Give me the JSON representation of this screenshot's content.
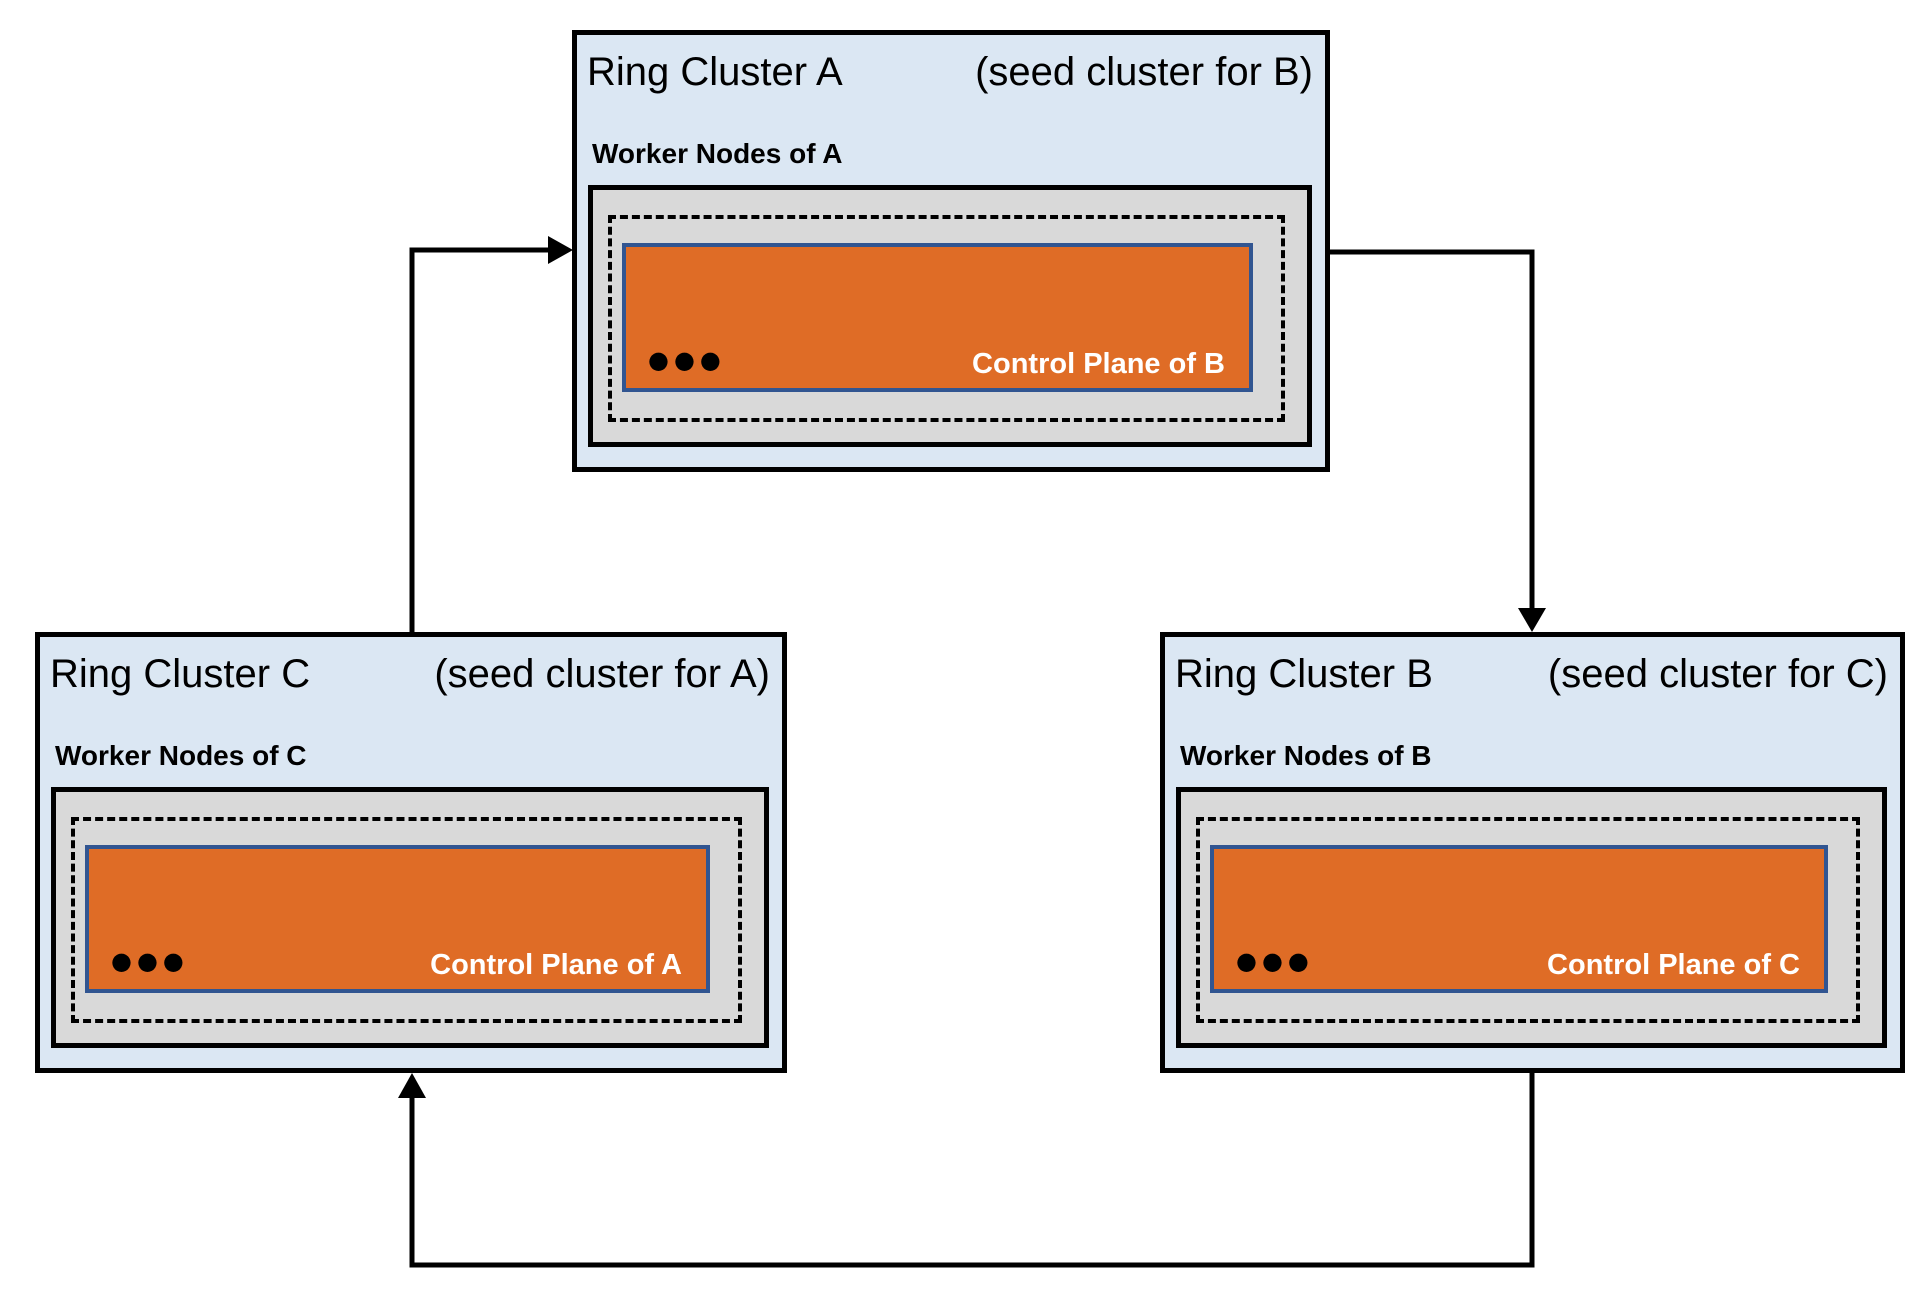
{
  "clusters": [
    {
      "title": "Ring Cluster A",
      "subtitle": "(seed cluster for B)",
      "worker_label": "Worker Nodes of A",
      "control_plane_label": "Control Plane of B",
      "ellipsis": "●●●"
    },
    {
      "title": "Ring Cluster C",
      "subtitle": "(seed cluster for A)",
      "worker_label": "Worker Nodes of C",
      "control_plane_label": "Control Plane of A",
      "ellipsis": "●●●"
    },
    {
      "title": "Ring Cluster B",
      "subtitle": "(seed cluster for C)",
      "worker_label": "Worker Nodes of B",
      "control_plane_label": "Control Plane of C",
      "ellipsis": "●●●"
    }
  ],
  "colors": {
    "cluster_bg": "#dbe7f3",
    "worker_nodes_bg": "#d9d9d9",
    "control_plane_bg": "#df6c26",
    "control_plane_border": "#315591",
    "control_plane_text": "#ffffff",
    "line": "#000000"
  }
}
